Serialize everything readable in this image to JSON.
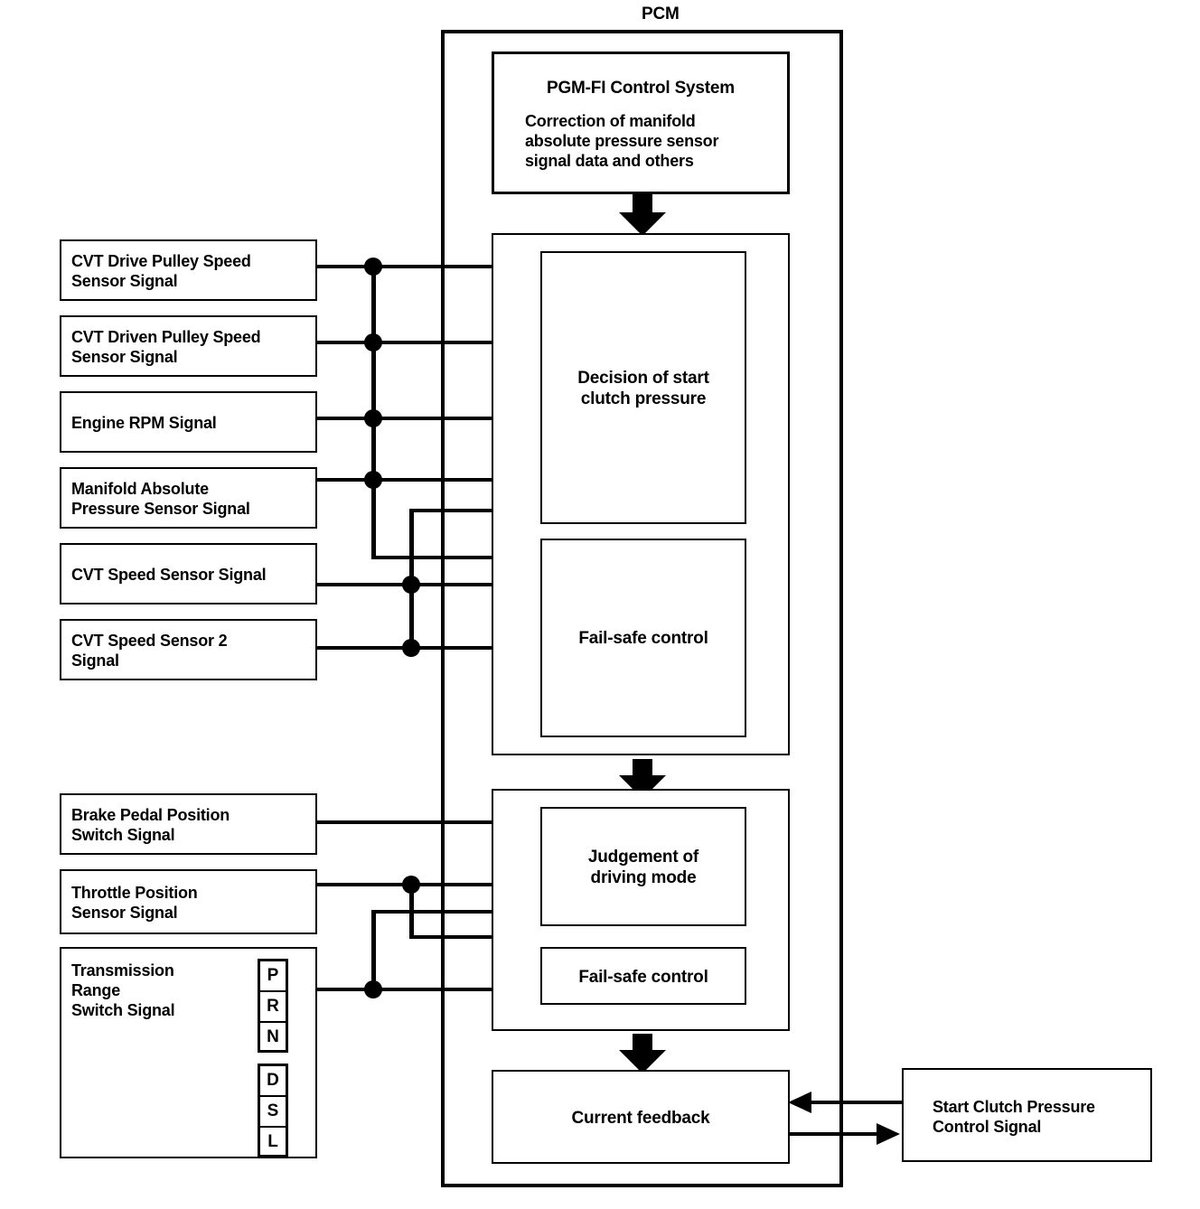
{
  "diagram": {
    "title": "PCM",
    "pcm_label": "PCM"
  },
  "pgmfi": {
    "heading": "PGM-FI Control System",
    "body": "Correction of manifold\nabsolute pressure sensor\nsignal data and others"
  },
  "inputs_upper": [
    {
      "label": "CVT Drive Pulley Speed\nSensor Signal"
    },
    {
      "label": "CVT Driven Pulley Speed\nSensor Signal"
    },
    {
      "label": "Engine RPM Signal"
    },
    {
      "label": "Manifold Absolute\nPressure Sensor Signal"
    },
    {
      "label": "CVT Speed Sensor Signal"
    },
    {
      "label": "CVT Speed Sensor 2\nSignal"
    }
  ],
  "inputs_lower": [
    {
      "label": "Brake Pedal Position\nSwitch Signal"
    },
    {
      "label": "Throttle Position\nSensor Signal"
    },
    {
      "label": "Transmission\nRange\nSwitch Signal"
    }
  ],
  "gear_selector": {
    "group_a": [
      "P",
      "R",
      "N"
    ],
    "group_b": [
      "D",
      "S",
      "L"
    ]
  },
  "process_group_1": {
    "block_main": "Decision of start\nclutch pressure",
    "block_failsafe": "Fail-safe control"
  },
  "process_group_2": {
    "block_main": "Judgement of\ndriving mode",
    "block_failsafe": "Fail-safe control"
  },
  "output": {
    "current_feedback": "Current feedback",
    "control_signal": "Start Clutch Pressure\nControl Signal"
  },
  "colors": {
    "line": "#000000",
    "background": "#ffffff"
  }
}
